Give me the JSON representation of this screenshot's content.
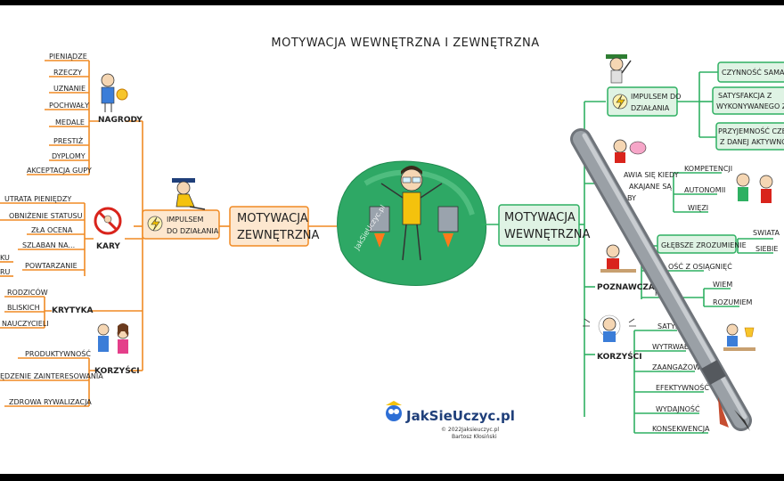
{
  "title": "MOTYWACJA WEWNĘTRZNA I ZEWNĘTRZNA",
  "center_watermark": "JakSieUczyc.pl",
  "left_main": [
    "MOTYWACJA",
    "ZEWNĘTRZNA"
  ],
  "left_impulse": [
    "IMPULSEM",
    "DO DZIAŁANIA"
  ],
  "nagrody": {
    "label": "NAGRODY",
    "items": [
      "PIENIĄDZE",
      "RZECZY",
      "UZNANIE",
      "POCHWAŁY",
      "MEDALE",
      "PRESTIŻ",
      "DYPLOMY",
      "AKCEPTACJA GUPY"
    ]
  },
  "kary": {
    "label": "KARY",
    "items": [
      "UTRATA PIENIĘDZY",
      "OBNIŻENIE STATUSU",
      "ZŁA OCENA",
      "SZLABAN NA...",
      "KU",
      "POWTARZANIE",
      "RU"
    ]
  },
  "krytyka": {
    "label": "KRYTYKA",
    "items": [
      "RODZICÓW",
      "BLISKICH",
      "NAUCZYCIELI"
    ]
  },
  "korzysci_left": {
    "label": "KORZYŚCI",
    "items": [
      "PRODUKTYWNOŚĆ",
      "ĘDZENIE ZAINTERESOWANIA",
      "ZDROWA RYWALIZACJA"
    ]
  },
  "right_main": [
    "MOTYWACJA",
    "WEWNĘTRZNA"
  ],
  "right_impulse": {
    "lines": [
      "IMPULSEM DO",
      "DZIAŁANIA"
    ],
    "items": [
      [
        "CZYNNOŚĆ SAMA W SO"
      ],
      [
        "SATYSFAKCJA Z",
        "WYKONYWANEGO ZADAN"
      ],
      [
        "PRZYJEMNOŚĆ CZERP",
        "Z DANEJ AKTYWNOŚCI"
      ]
    ]
  },
  "pojawia": {
    "lines": [
      "AWIA SIĘ KIEDY",
      "AKAJANE SĄ",
      "BY"
    ],
    "items": [
      "KOMPETENCJI",
      "AUTONOMII",
      "WIĘZI"
    ]
  },
  "poznawcza": {
    "label": "POZNAWCZA",
    "items": [
      "GŁĘBSZE ZROZUMIENIE",
      "SWIATA",
      "SIEBIE",
      "OŚĆ Z OSIĄGNIĘĆ",
      "MI...",
      "WIEM",
      "ROZUMIEM"
    ]
  },
  "korzysci_right": {
    "label": "KORZYŚCI",
    "items": [
      "SATYS",
      "WYTRWAŁO",
      "ZAANGAŻOWA",
      "EFEKTYWNOŚĆ",
      "WYDAJNOŚĆ",
      "KONSEKWENCJA"
    ]
  },
  "logo": {
    "name": "JakSieUczyc.pl",
    "copyright": "© 2022Jaksieuczyc.pl",
    "author": "Bartosz Kłosiński"
  },
  "colors": {
    "orange": "#f08a24",
    "green": "#2fb062",
    "blob": "#2ea865"
  }
}
